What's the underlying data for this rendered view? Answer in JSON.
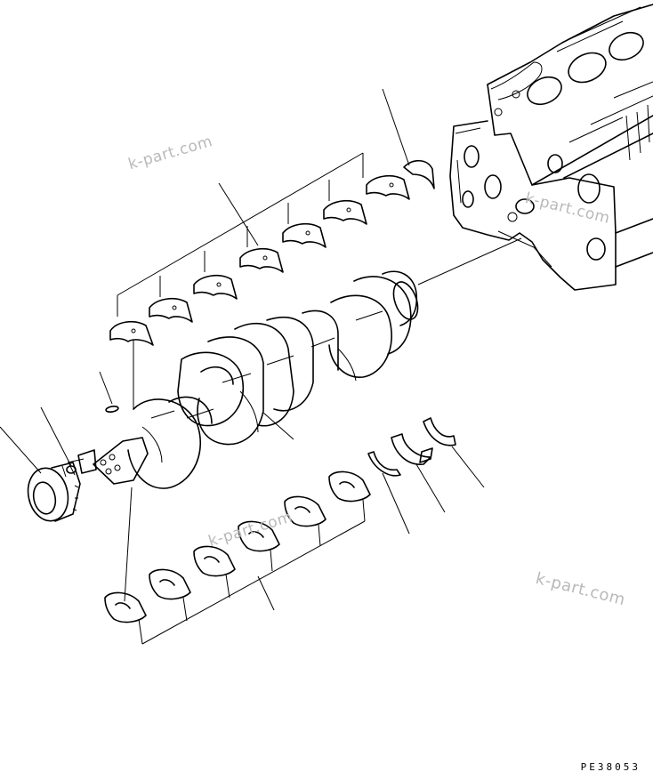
{
  "diagram": {
    "drawing_code": "PE38053"
  },
  "watermarks": [
    {
      "text": "k-part.com"
    },
    {
      "text": "k-part.com"
    },
    {
      "text": "k-part.com"
    },
    {
      "text": "k-part.com"
    }
  ]
}
